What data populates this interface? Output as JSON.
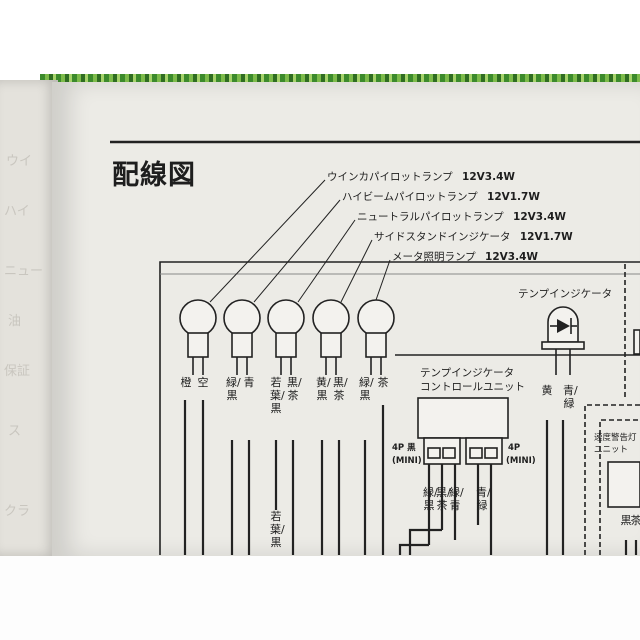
{
  "title": "配線図",
  "lamps": [
    {
      "name": "ウインカパイロットランプ",
      "spec": "12V3.4W"
    },
    {
      "name": "ハイビームパイロットランプ",
      "spec": "12V1.7W"
    },
    {
      "name": "ニュートラルパイロットランプ",
      "spec": "12V3.4W"
    },
    {
      "name": "サイドスタンドインジケータ",
      "spec": "12V1.7W"
    },
    {
      "name": "メータ照明ランプ",
      "spec": "12V3.4W"
    }
  ],
  "temp_indicator": "テンプインジケータ",
  "control_unit": {
    "line1": "テンプインジケータ",
    "line2": "コントロールユニット"
  },
  "connector_left": {
    "top": "4P 黒",
    "bottom": "(MINI)"
  },
  "connector_right": {
    "top": "4P",
    "bottom": "(MINI)"
  },
  "warning_unit": {
    "line1": "速度警告灯",
    "line2": "ユニット"
  },
  "wire_colors": {
    "w1": "橙",
    "w2": "空",
    "w3": "緑/黒",
    "w4": "青",
    "w5": "若葉/黒",
    "w6": "黒/茶",
    "w7": "黄/黒",
    "w8": "黒/茶",
    "w9": "緑/黒",
    "w10": "茶",
    "w5b": "若葉/黒",
    "c1": "緑/黒",
    "c2": "黒/茶",
    "c3": "緑/青",
    "c4": "青/緑",
    "t1": "黄",
    "t2": "青/緑",
    "r1": "黒",
    "r2": "茶"
  },
  "side_labels": [
    "ウイ",
    "ハイ",
    "ニュー",
    "油",
    "保証",
    "ス",
    "クラ"
  ]
}
